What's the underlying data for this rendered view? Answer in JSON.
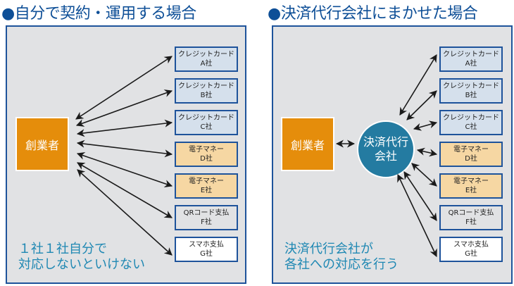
{
  "left": {
    "title": "●自分で契約・運用する場合",
    "founder": "創業者",
    "note_line1": "１社１社自分で",
    "note_line2": "対応しないといけない",
    "companies": [
      {
        "type": "credit",
        "line1": "クレジットカード",
        "line2": "A社"
      },
      {
        "type": "credit",
        "line1": "クレジットカード",
        "line2": "B社"
      },
      {
        "type": "credit",
        "line1": "クレジットカード",
        "line2": "C社"
      },
      {
        "type": "emoney",
        "line1": "電子マネー",
        "line2": "D社"
      },
      {
        "type": "emoney",
        "line1": "電子マネー",
        "line2": "E社"
      },
      {
        "type": "qr",
        "line1": "QRコード支払",
        "line2": "F社"
      },
      {
        "type": "phone",
        "line1": "スマホ支払",
        "line2": "G社"
      }
    ]
  },
  "right": {
    "title": "●決済代行会社にまかせた場合",
    "founder": "創業者",
    "agency_line1": "決済代行",
    "agency_line2": "会社",
    "note_line1": "決済代行会社が",
    "note_line2": "各社への対応を行う",
    "companies": [
      {
        "type": "credit",
        "line1": "クレジットカード",
        "line2": "A社"
      },
      {
        "type": "credit",
        "line1": "クレジットカード",
        "line2": "B社"
      },
      {
        "type": "credit",
        "line1": "クレジットカード",
        "line2": "C社"
      },
      {
        "type": "emoney",
        "line1": "電子マネー",
        "line2": "D社"
      },
      {
        "type": "emoney",
        "line1": "電子マネー",
        "line2": "E社"
      },
      {
        "type": "qr",
        "line1": "QRコード支払",
        "line2": "F社"
      },
      {
        "type": "phone",
        "line1": "スマホ支払",
        "line2": "G社"
      }
    ]
  },
  "colors": {
    "title": "#0e4f97",
    "panel_bg": "#e1e2e4",
    "panel_border": "#1e539b",
    "founder": "#e58d0b",
    "agency": "#247ba1",
    "credit": "#d5e0ec",
    "emoney": "#f6d7a3",
    "note": "#1f88b3"
  }
}
